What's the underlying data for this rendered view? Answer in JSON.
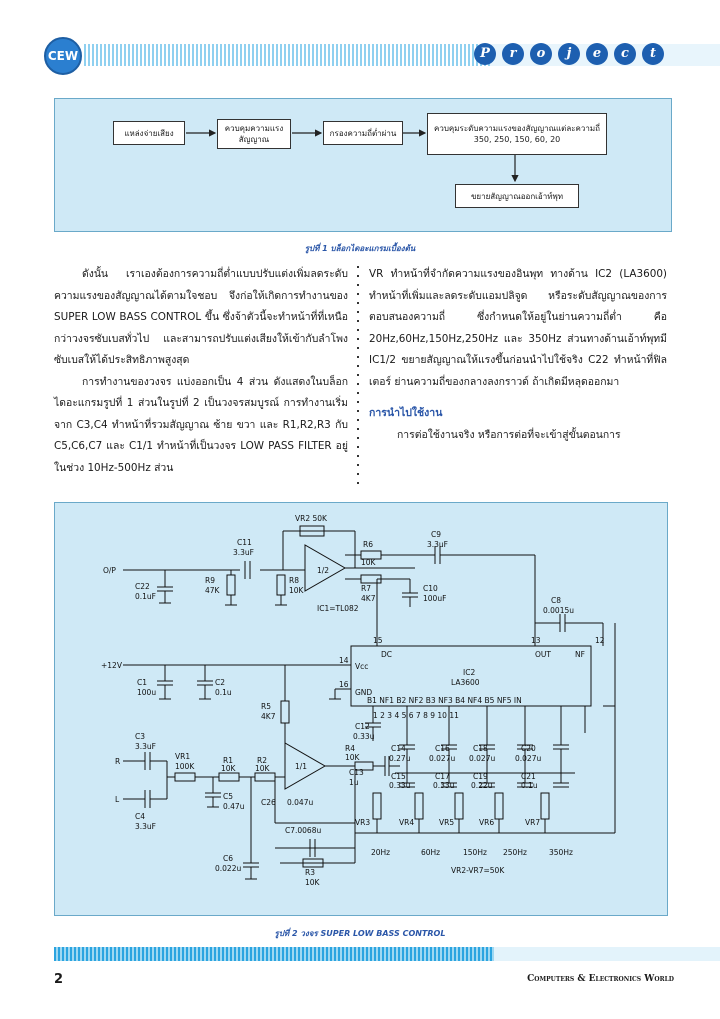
{
  "header": {
    "logo_text": "CEW",
    "section_letters": [
      "P",
      "r",
      "o",
      "j",
      "e",
      "c",
      "t"
    ]
  },
  "figure1": {
    "blocks": {
      "source": "แหล่งจ่ายเสียง",
      "gain": "ควบคุมความแรง สัญญาณ",
      "lowpass": "กรองความถี่ต่ำผ่าน",
      "bands_title": "ควบคุมระดับความแรงของสัญญาณแต่ละความถี่",
      "bands_values": "350, 250, 150, 60, 20",
      "output": "ขยายสัญญาณออกเอ้าท์พุท"
    },
    "caption": "รูปที่ 1 บล็อกไดอะแกรมเบื้องต้น"
  },
  "body": {
    "left_p1": "ดังนั้น เราเองต้องการความถี่ต่ำแบบปรับแต่งเพิ่มลดระดับความแรงของสัญญาณได้ตามใจชอบ จึงก่อให้เกิดการทำงานของ SUPER LOW BASS CONTROL ขึ้น ซึ่งจ้าตัวนี้จะทำหน้าที่ที่เหนือกว่าวงจรซับเบสทั่วไป และสามารถปรับแต่งเสียงให้เข้ากับลำโพงซับเบสให้ได้ประสิทธิภาพสูงสุด",
    "left_p2": "การทำงานของวงจร แบ่งออกเป็น 4 ส่วน ดังแสดงในบล็อกไดอะแกรมรูปที่ 1 ส่วนในรูปที่ 2 เป็นวงจรสมบูรณ์ การทำงานเริ่มจาก C3,C4 ทำหน้าที่รวมสัญญาณ ซ้าย ขวา และ R1,R2,R3 กับ C5,C6,C7 และ C1/1 ทำหน้าที่เป็นวงจร LOW PASS FILTER อยู่ในช่วง 10Hz-500Hz ส่วน",
    "right_p1": "VR ทำหน้าที่จำกัดความแรงของอินพุท ทางด้าน IC2 (LA3600) ทำหน้าที่เพิ่มและลดระดับแอมปลิจูด หรือระดับสัญญาณของการตอบสนองความถี่ ซึ่งกำหนดให้อยู่ในย่านความถี่ต่ำ คือ 20Hz,60Hz,150Hz,250Hz และ 350Hz ส่วนทางด้านเอ้าท์พุทมี IC1/2 ขยายสัญญาณให้แรงขึ้นก่อนนำไปใช้จริง C22 ทำหน้าที่ฟิลเตอร์ ย่านความถี่ของกลางลงกราวด์ ถ้าเกิดมีหลุดออกมา",
    "section_title": "การนำไปใช้งาน",
    "right_p2": "การต่อใช้งานจริง หรือการต่อที่จะเข้าสู่ขั้นตอนการ"
  },
  "schematic": {
    "labels": {
      "vr2": "VR2 50K",
      "c11": "C11",
      "c11v": "3.3uF",
      "r6": "R6",
      "r6v": "10K",
      "c9": "C9",
      "c9v": "3.3uF",
      "op": "O/P",
      "c22": "C22",
      "c22v": "0.1uF",
      "r9": "R9",
      "r9v": "47K",
      "r8": "R8",
      "r8v": "10K",
      "r7": "R7",
      "r7v": "4K7",
      "c10": "C10",
      "c10v": "100uF",
      "ic1": "IC1=TL082",
      "half2": "1/2",
      "c8": "C8",
      "c8v": "0.0015u",
      "p15": "15",
      "dc": "DC",
      "p13": "13",
      "out": "OUT",
      "p12": "12",
      "nf": "NF",
      "v12": "+12V",
      "p14": "14",
      "vcc": "Vcc",
      "ic2": "IC2",
      "ic2v": "LA3600",
      "p16": "16",
      "gnd": "GND",
      "c1": "C1",
      "c1v": "100u",
      "c2": "C2",
      "c2v": "0.1u",
      "r5": "R5",
      "r5v": "4K7",
      "pins": "B1  NF1  B2  NF2  B3  NF3  B4  NF4  B5  NF5  IN",
      "pinnums": "1  2  3  4  5  6  7  8  9  10  11",
      "c3": "C3",
      "c3v": "3.3uF",
      "vr1": "VR1",
      "vr1v": "100K",
      "r1": "R1",
      "r1v": "10K",
      "r2": "R2",
      "r2v": "10K",
      "r4": "R4",
      "r4v": "10K",
      "half1": "1/1",
      "r": "R",
      "l": "L",
      "c4": "C4",
      "c4v": "3.3uF",
      "c5": "C5",
      "c5v": "0.47u",
      "c26": "C26",
      "c26v": "0.047u",
      "c7": "C7.0068u",
      "c6": "C6",
      "c6v": "0.022u",
      "r3": "R3",
      "r3v": "10K",
      "c12": "C12",
      "c12v": "0.33u",
      "c13": "C13",
      "c13v": "1u",
      "c14": "C14",
      "c14v": "0.27u",
      "c16": "C16",
      "c16v": "0.027u",
      "c18": "C18",
      "c18v": "0.027u",
      "c20": "C20",
      "c20v": "0.027u",
      "c15": "C15",
      "c15v": "0.33u",
      "c17": "C17",
      "c17v": "0.33u",
      "c19": "C19",
      "c19v": "0.22u",
      "c21": "C21",
      "c21v": "0.1u",
      "vr3": "VR3",
      "vr4": "VR4",
      "vr5": "VR5",
      "vr6": "VR6",
      "vr7": "VR7",
      "f20": "20Hz",
      "f60": "60Hz",
      "f150": "150Hz",
      "f250": "250Hz",
      "f350": "350Hz",
      "vrnote": "VR2-VR7=50K",
      "p1": "1",
      "p2": "2",
      "p3": "3",
      "p5": "5",
      "p6": "6",
      "p7": "7",
      "p8": "8",
      "p4": "4"
    },
    "caption": "รูปที่ 2 วงจร SUPER LOW BASS CONTROL"
  },
  "footer": {
    "page_number": "2",
    "brand": "Computers & Electronics World"
  }
}
